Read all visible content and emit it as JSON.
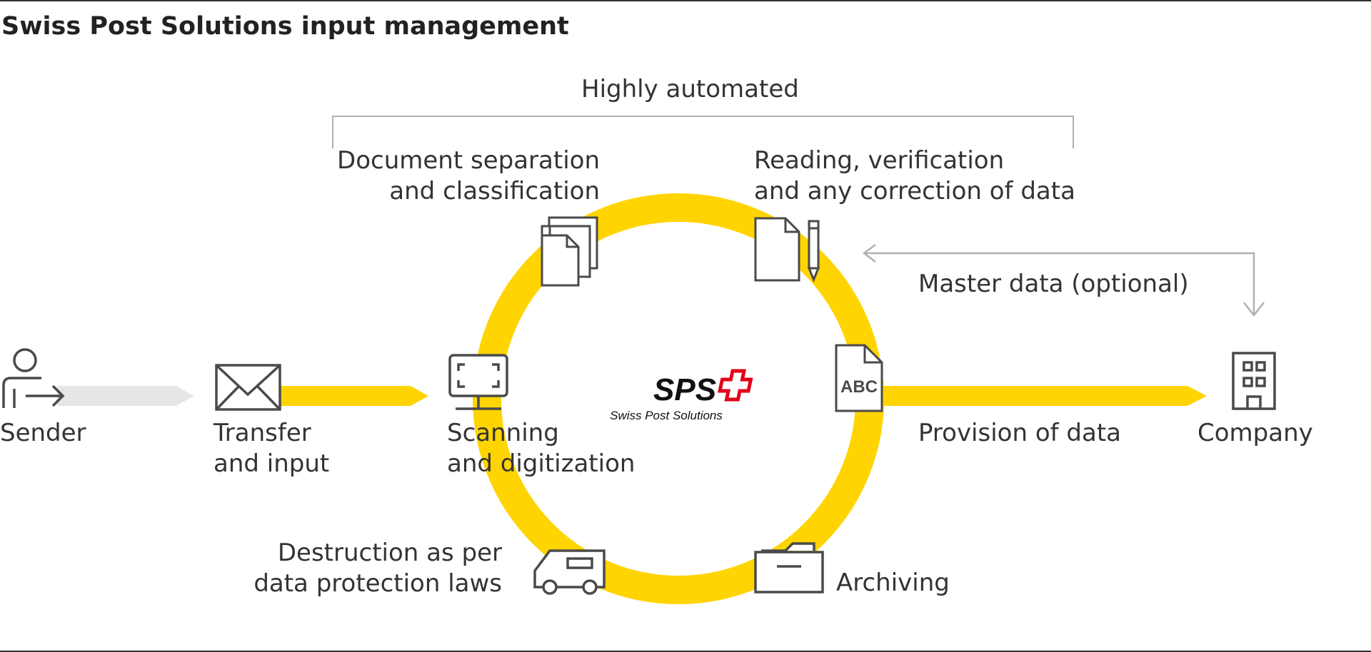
{
  "title": "Swiss Post Solutions input management",
  "group_label": "Highly automated",
  "brand": {
    "logo_text": "SPS",
    "name": "Swiss Post Solutions"
  },
  "steps": {
    "sender": "Sender",
    "transfer": [
      "Transfer",
      "and input"
    ],
    "scanning": [
      "Scanning",
      "and digitization"
    ],
    "separation": [
      "Document separation",
      "and classification"
    ],
    "reading": [
      "Reading, verification",
      "and any correction of data"
    ],
    "provision": "Provision of data",
    "company": "Company",
    "archiving": "Archiving",
    "destruction": [
      "Destruction as per",
      "data protection laws"
    ]
  },
  "master_data": "Master data (optional)",
  "colors": {
    "accent": "#FFD400",
    "icon": "#4a4a4a",
    "arrow_gray": "#e6e6e6",
    "bracket": "#b0b0b0",
    "logo_red": "#e2001a",
    "text": "#333333"
  },
  "icons": [
    "person-icon",
    "envelope-icon",
    "monitor-icon",
    "documents-icon",
    "document-pencil-icon",
    "abc-document-icon",
    "building-icon",
    "folder-box-icon",
    "van-icon"
  ]
}
